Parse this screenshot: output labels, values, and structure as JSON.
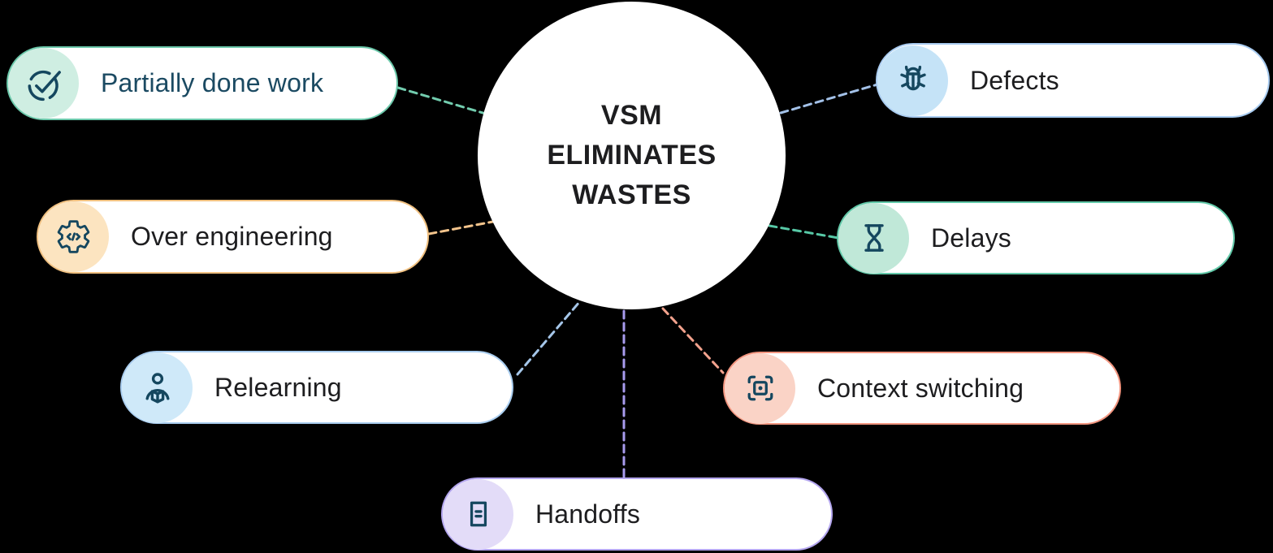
{
  "title": "VSM ELIMINATES WASTES",
  "background_color": "#000000",
  "center": {
    "bg_color": "#ffffff",
    "text_color": "#1d1d1f",
    "lines": [
      "VSM",
      "ELIMINATES",
      "WASTES"
    ]
  },
  "nodes": [
    {
      "id": "partially-done-work",
      "label": "Partially done work",
      "icon": "check-circle-icon",
      "border_color": "#6cc9ab",
      "icon_bg_color": "#cfeee2",
      "icon_stroke_color": "#15475f",
      "label_color": "#1b4a62",
      "connector_color": "#72ccae"
    },
    {
      "id": "over-engineering",
      "label": "Over engineering",
      "icon": "gear-code-icon",
      "border_color": "#f0c080",
      "icon_bg_color": "#fce4c0",
      "icon_stroke_color": "#15475f",
      "label_color": "#1d1d1f",
      "connector_color": "#f3c48c"
    },
    {
      "id": "relearning",
      "label": "Relearning",
      "icon": "person-reading-icon",
      "border_color": "#a9cdef",
      "icon_bg_color": "#cfe9f9",
      "icon_stroke_color": "#15475f",
      "label_color": "#1d1d1f",
      "connector_color": "#a5c6e9"
    },
    {
      "id": "handoffs",
      "label": "Handoffs",
      "icon": "document-icon",
      "border_color": "#b3a5ee",
      "icon_bg_color": "#e3dcf8",
      "icon_stroke_color": "#15475f",
      "label_color": "#1d1d1f",
      "connector_color": "#a89bee"
    },
    {
      "id": "context-switching",
      "label": "Context switching",
      "icon": "focus-frame-icon",
      "border_color": "#f2957f",
      "icon_bg_color": "#fad3c6",
      "icon_stroke_color": "#15475f",
      "label_color": "#1d1d1f",
      "connector_color": "#f2a28d"
    },
    {
      "id": "delays",
      "label": "Delays",
      "icon": "hourglass-icon",
      "border_color": "#62c9a9",
      "icon_bg_color": "#c0e8d8",
      "icon_stroke_color": "#15475f",
      "label_color": "#1d1d1f",
      "connector_color": "#57c8a6"
    },
    {
      "id": "defects",
      "label": "Defects",
      "icon": "bug-icon",
      "border_color": "#a8cbf0",
      "icon_bg_color": "#c5e3f7",
      "icon_stroke_color": "#15475f",
      "label_color": "#1d1d1f",
      "connector_color": "#a3c1e8"
    }
  ]
}
